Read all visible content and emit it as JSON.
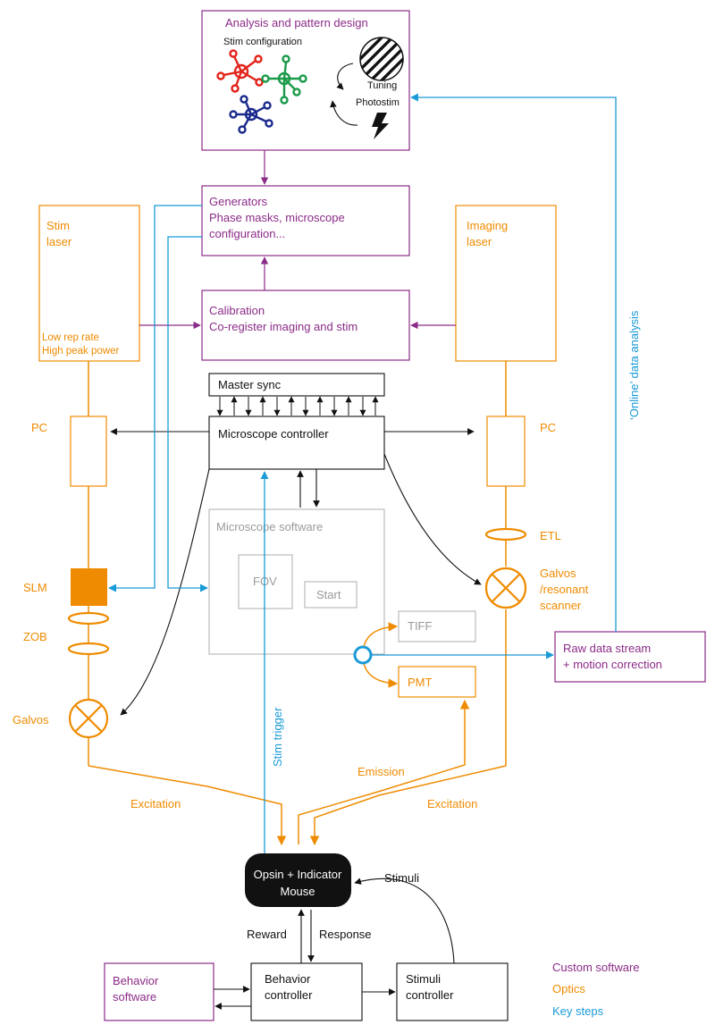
{
  "colors": {
    "custom_software": "#8b2b88",
    "optics": "#ef8b00",
    "key_steps": "#1a9ad6",
    "hardware": "#111111",
    "inactive": "#9a9a9a"
  },
  "analysis": {
    "title": "Analysis and pattern design",
    "stim_configuration": "Stim configuration",
    "tuning": "Tuning",
    "photostim": "Photostim"
  },
  "generators": {
    "line1": "Generators",
    "line2": "Phase masks, microscope",
    "line3": "configuration..."
  },
  "calibration": {
    "line1": "Calibration",
    "line2": "Co-register imaging and stim"
  },
  "stim_laser": {
    "line1": "Stim",
    "line2": "laser",
    "spec1": "Low rep rate",
    "spec2": "High peak power"
  },
  "imaging_laser": {
    "line1": "Imaging",
    "line2": "laser"
  },
  "master_sync": "Master sync",
  "microscope_controller": "Microscope controller",
  "microscope_software": {
    "title": "Microscope software",
    "fov": "FOV",
    "start": "Start"
  },
  "left_path": {
    "pc": "PC",
    "slm": "SLM",
    "zob": "ZOB",
    "galvos": "Galvos"
  },
  "right_path": {
    "pc": "PC",
    "etl": "ETL",
    "galvos_line1": "Galvos",
    "galvos_line2": "/resonant",
    "galvos_line3": "scanner"
  },
  "tiff": "TIFF",
  "pmt": "PMT",
  "raw_data": {
    "line1": "Raw data stream",
    "line2": "+ motion correction"
  },
  "online_analysis": "‘Online’ data analysis",
  "stim_trigger": "Stim trigger",
  "emission": "Emission",
  "excitation_left": "Excitation",
  "excitation_right": "Excitation",
  "mouse": {
    "line1": "Opsin + Indicator",
    "line2": "Mouse"
  },
  "stimuli": "Stimuli",
  "reward": "Reward",
  "response": "Response",
  "behavior_software": {
    "line1": "Behavior",
    "line2": "software"
  },
  "behavior_controller": {
    "line1": "Behavior",
    "line2": "controller"
  },
  "stimuli_controller": {
    "line1": "Stimuli",
    "line2": "controller"
  },
  "legend": {
    "custom_software": "Custom software",
    "optics": "Optics",
    "key_steps": "Key steps"
  }
}
